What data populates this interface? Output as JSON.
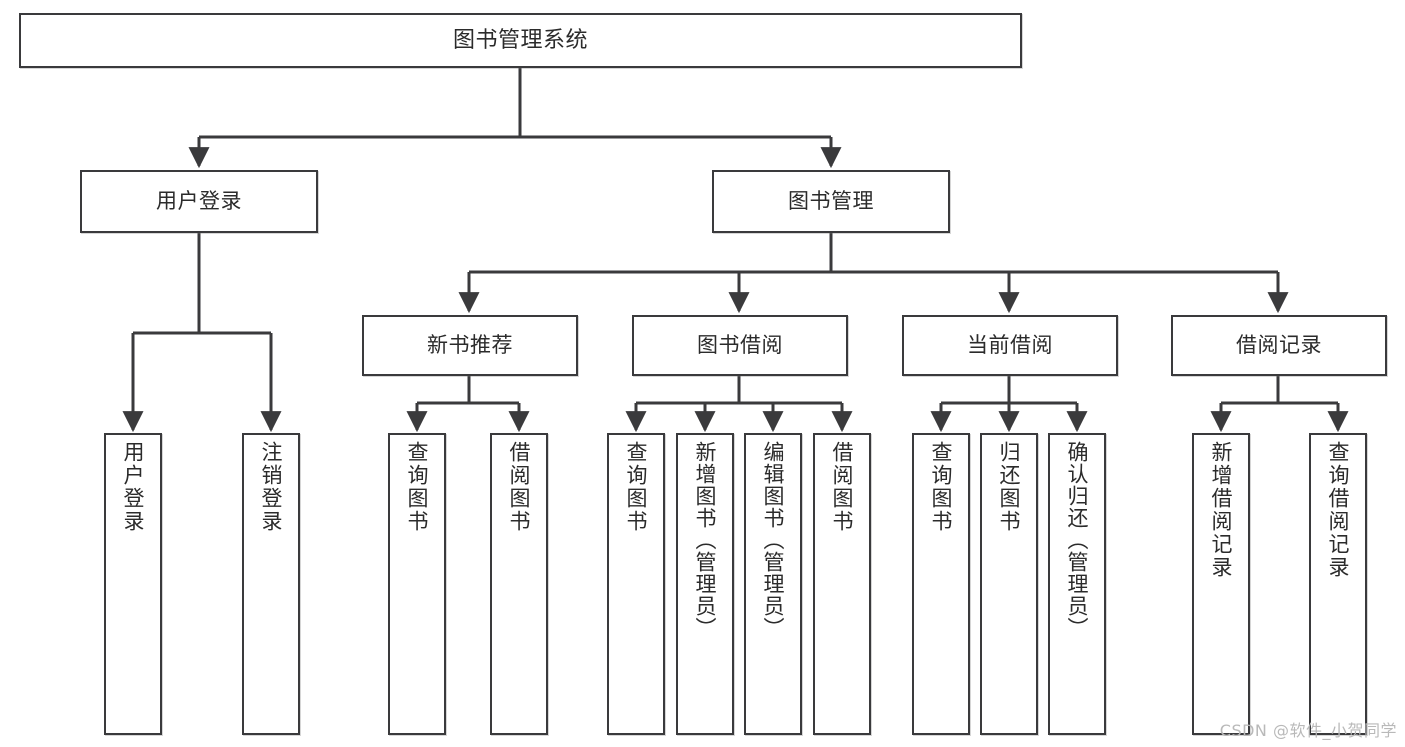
{
  "diagram": {
    "title": "图书管理系统",
    "watermark": "CSDN @软件_小贺同学",
    "colors": {
      "box_border": "#3a3a3c",
      "box_fill": "#ffffff",
      "line": "#3a3a3c",
      "text": "#2b2b2b",
      "watermark": "#b9b9b9"
    },
    "levels": {
      "root": "图书管理系统",
      "level2": [
        "用户登录",
        "图书管理"
      ],
      "level3": [
        "新书推荐",
        "图书借阅",
        "当前借阅",
        "借阅记录"
      ]
    },
    "nodes": {
      "root": {
        "label": "图书管理系统"
      },
      "user_login": {
        "label": "用户登录"
      },
      "book_manage": {
        "label": "图书管理"
      },
      "new_book_rec": {
        "label": "新书推荐"
      },
      "book_borrow": {
        "label": "图书借阅"
      },
      "current_borrow": {
        "label": "当前借阅"
      },
      "borrow_record": {
        "label": "借阅记录"
      },
      "leaf_user_login": {
        "label": "用户登录"
      },
      "leaf_user_logout": {
        "label": "注销登录"
      },
      "leaf_query_book_1": {
        "label": "查询图书"
      },
      "leaf_borrow_book_1": {
        "label": "借阅图书"
      },
      "leaf_query_book_2": {
        "label": "查询图书"
      },
      "leaf_add_book": {
        "label": "新增图书（管理员）"
      },
      "leaf_edit_book": {
        "label": "编辑图书（管理员）"
      },
      "leaf_borrow_book_2": {
        "label": "借阅图书"
      },
      "leaf_query_book_3": {
        "label": "查询图书"
      },
      "leaf_return_book": {
        "label": "归还图书"
      },
      "leaf_confirm_return": {
        "label": "确认归还（管理员）"
      },
      "leaf_add_record": {
        "label": "新增借阅记录"
      },
      "leaf_query_record": {
        "label": "查询借阅记录"
      }
    },
    "tree": {
      "name": "图书管理系统",
      "children": [
        {
          "name": "用户登录",
          "children": [
            {
              "name": "用户登录"
            },
            {
              "name": "注销登录"
            }
          ]
        },
        {
          "name": "图书管理",
          "children": [
            {
              "name": "新书推荐",
              "children": [
                {
                  "name": "查询图书"
                },
                {
                  "name": "借阅图书"
                }
              ]
            },
            {
              "name": "图书借阅",
              "children": [
                {
                  "name": "查询图书"
                },
                {
                  "name": "新增图书（管理员）"
                },
                {
                  "name": "编辑图书（管理员）"
                },
                {
                  "name": "借阅图书"
                }
              ]
            },
            {
              "name": "当前借阅",
              "children": [
                {
                  "name": "查询图书"
                },
                {
                  "name": "归还图书"
                },
                {
                  "name": "确认归还（管理员）"
                }
              ]
            },
            {
              "name": "借阅记录",
              "children": [
                {
                  "name": "新增借阅记录"
                },
                {
                  "name": "查询借阅记录"
                }
              ]
            }
          ]
        }
      ]
    }
  }
}
